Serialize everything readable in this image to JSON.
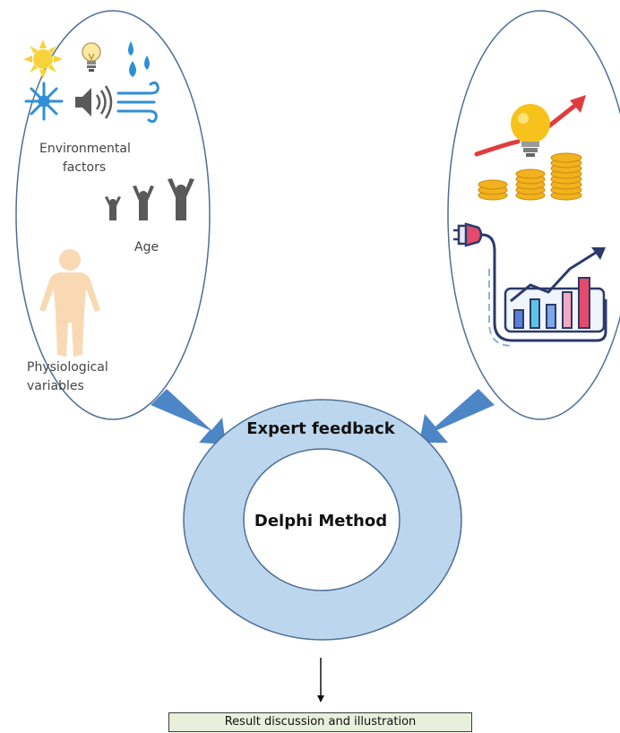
{
  "left_panel": {
    "environmental_label": "Environmental factors",
    "age_label": "Age",
    "physiological_label": "Physiological variables"
  },
  "center": {
    "ring_outer_label": "Expert feedback",
    "ring_inner_label": "Delphi Method"
  },
  "result": {
    "label": "Result discussion and illustration"
  },
  "colors": {
    "ring_fill": "#bcd6ee",
    "ring_stroke": "#4f6f96",
    "arrow_fill": "#4d86c6",
    "result_fill": "#e8f0dc",
    "trend_arrow": "#e03c3c",
    "coin": "#f2b21e",
    "chart_stroke": "#2b3a6b"
  },
  "icons": [
    "sun-icon",
    "lightbulb-icon",
    "water-drops-icon",
    "snowflake-icon",
    "speaker-icon",
    "wind-icon",
    "people-icon",
    "human-body-icon",
    "lightbulb-coins-icon",
    "energy-chart-icon"
  ]
}
